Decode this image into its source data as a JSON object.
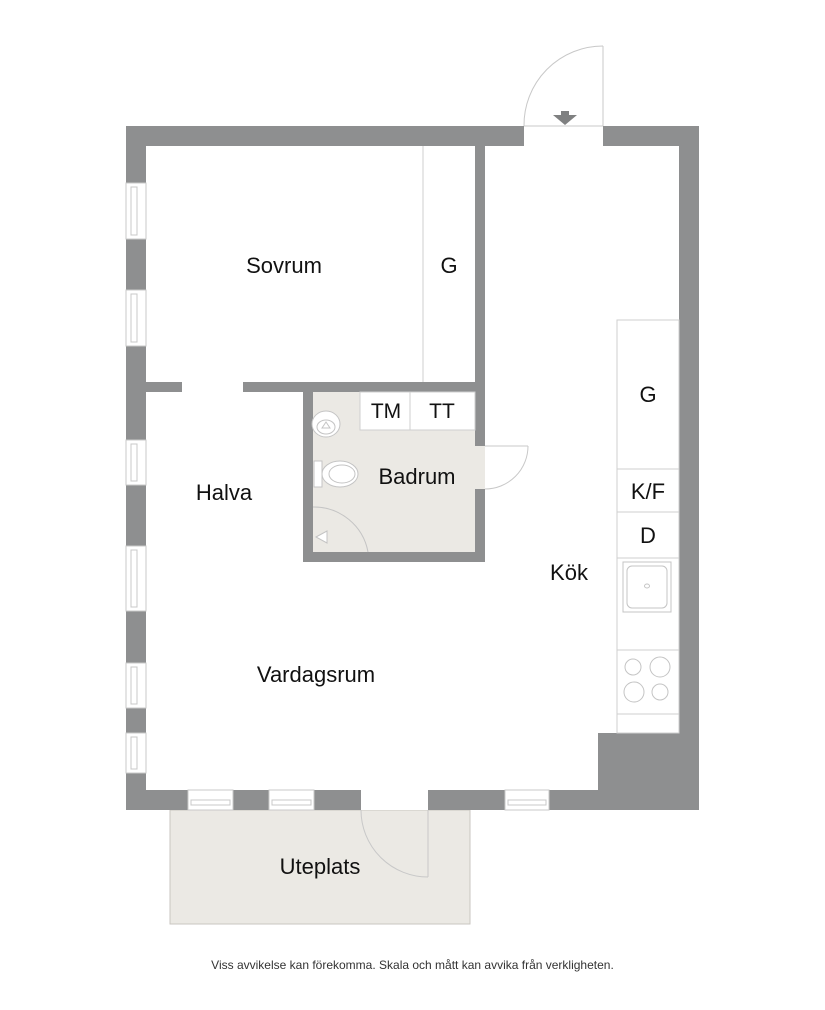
{
  "colors": {
    "wall": "#8e8f90",
    "floor": "#ffffff",
    "wet_area": "#ebe9e4",
    "patio": "#ebe9e4",
    "line": "#c8c8c8",
    "text": "#111111"
  },
  "rooms": {
    "sovrum": "Sovrum",
    "garderob_sovrum": "G",
    "halva": "Halva",
    "badrum": "Badrum",
    "tvattmaskin": "TM",
    "torktumlare": "TT",
    "kok": "Kök",
    "garderob_kok": "G",
    "kyl_frys": "K/F",
    "diskmaskin": "D",
    "vardagsrum": "Vardagsrum",
    "uteplats": "Uteplats"
  },
  "footer": {
    "disclaimer": "Viss avvikelse kan förekomma. Skala och mått kan avvika från verkligheten."
  }
}
